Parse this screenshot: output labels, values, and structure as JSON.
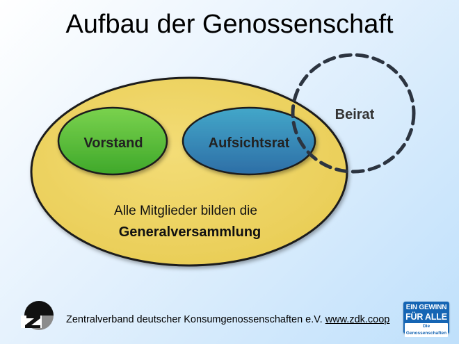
{
  "title": "Aufbau der Genossenschaft",
  "diagram": {
    "vorstand": "Vorstand",
    "aufsichtsrat": "Aufsichtsrat",
    "beirat": "Beirat",
    "members_line1": "Alle Mitglieder bilden die",
    "members_line2": "Generalversammlung",
    "colors": {
      "outer_fill": "#f0d461",
      "vorstand_fill": "#5fc33c",
      "aufsichtsrat_fill": "#3c86b4",
      "beirat_stroke": "#2c3440"
    }
  },
  "footer": {
    "text": "Zentralverband deutscher Konsumgenossenschaften e.V.",
    "link": "www.zdk.coop"
  },
  "badge": {
    "line1": "EIN GEWINN",
    "line2": "FÜR ALLE",
    "line3": "Die Genossenschaften"
  },
  "icons": {
    "left_logo": "zdk-logo-icon"
  }
}
